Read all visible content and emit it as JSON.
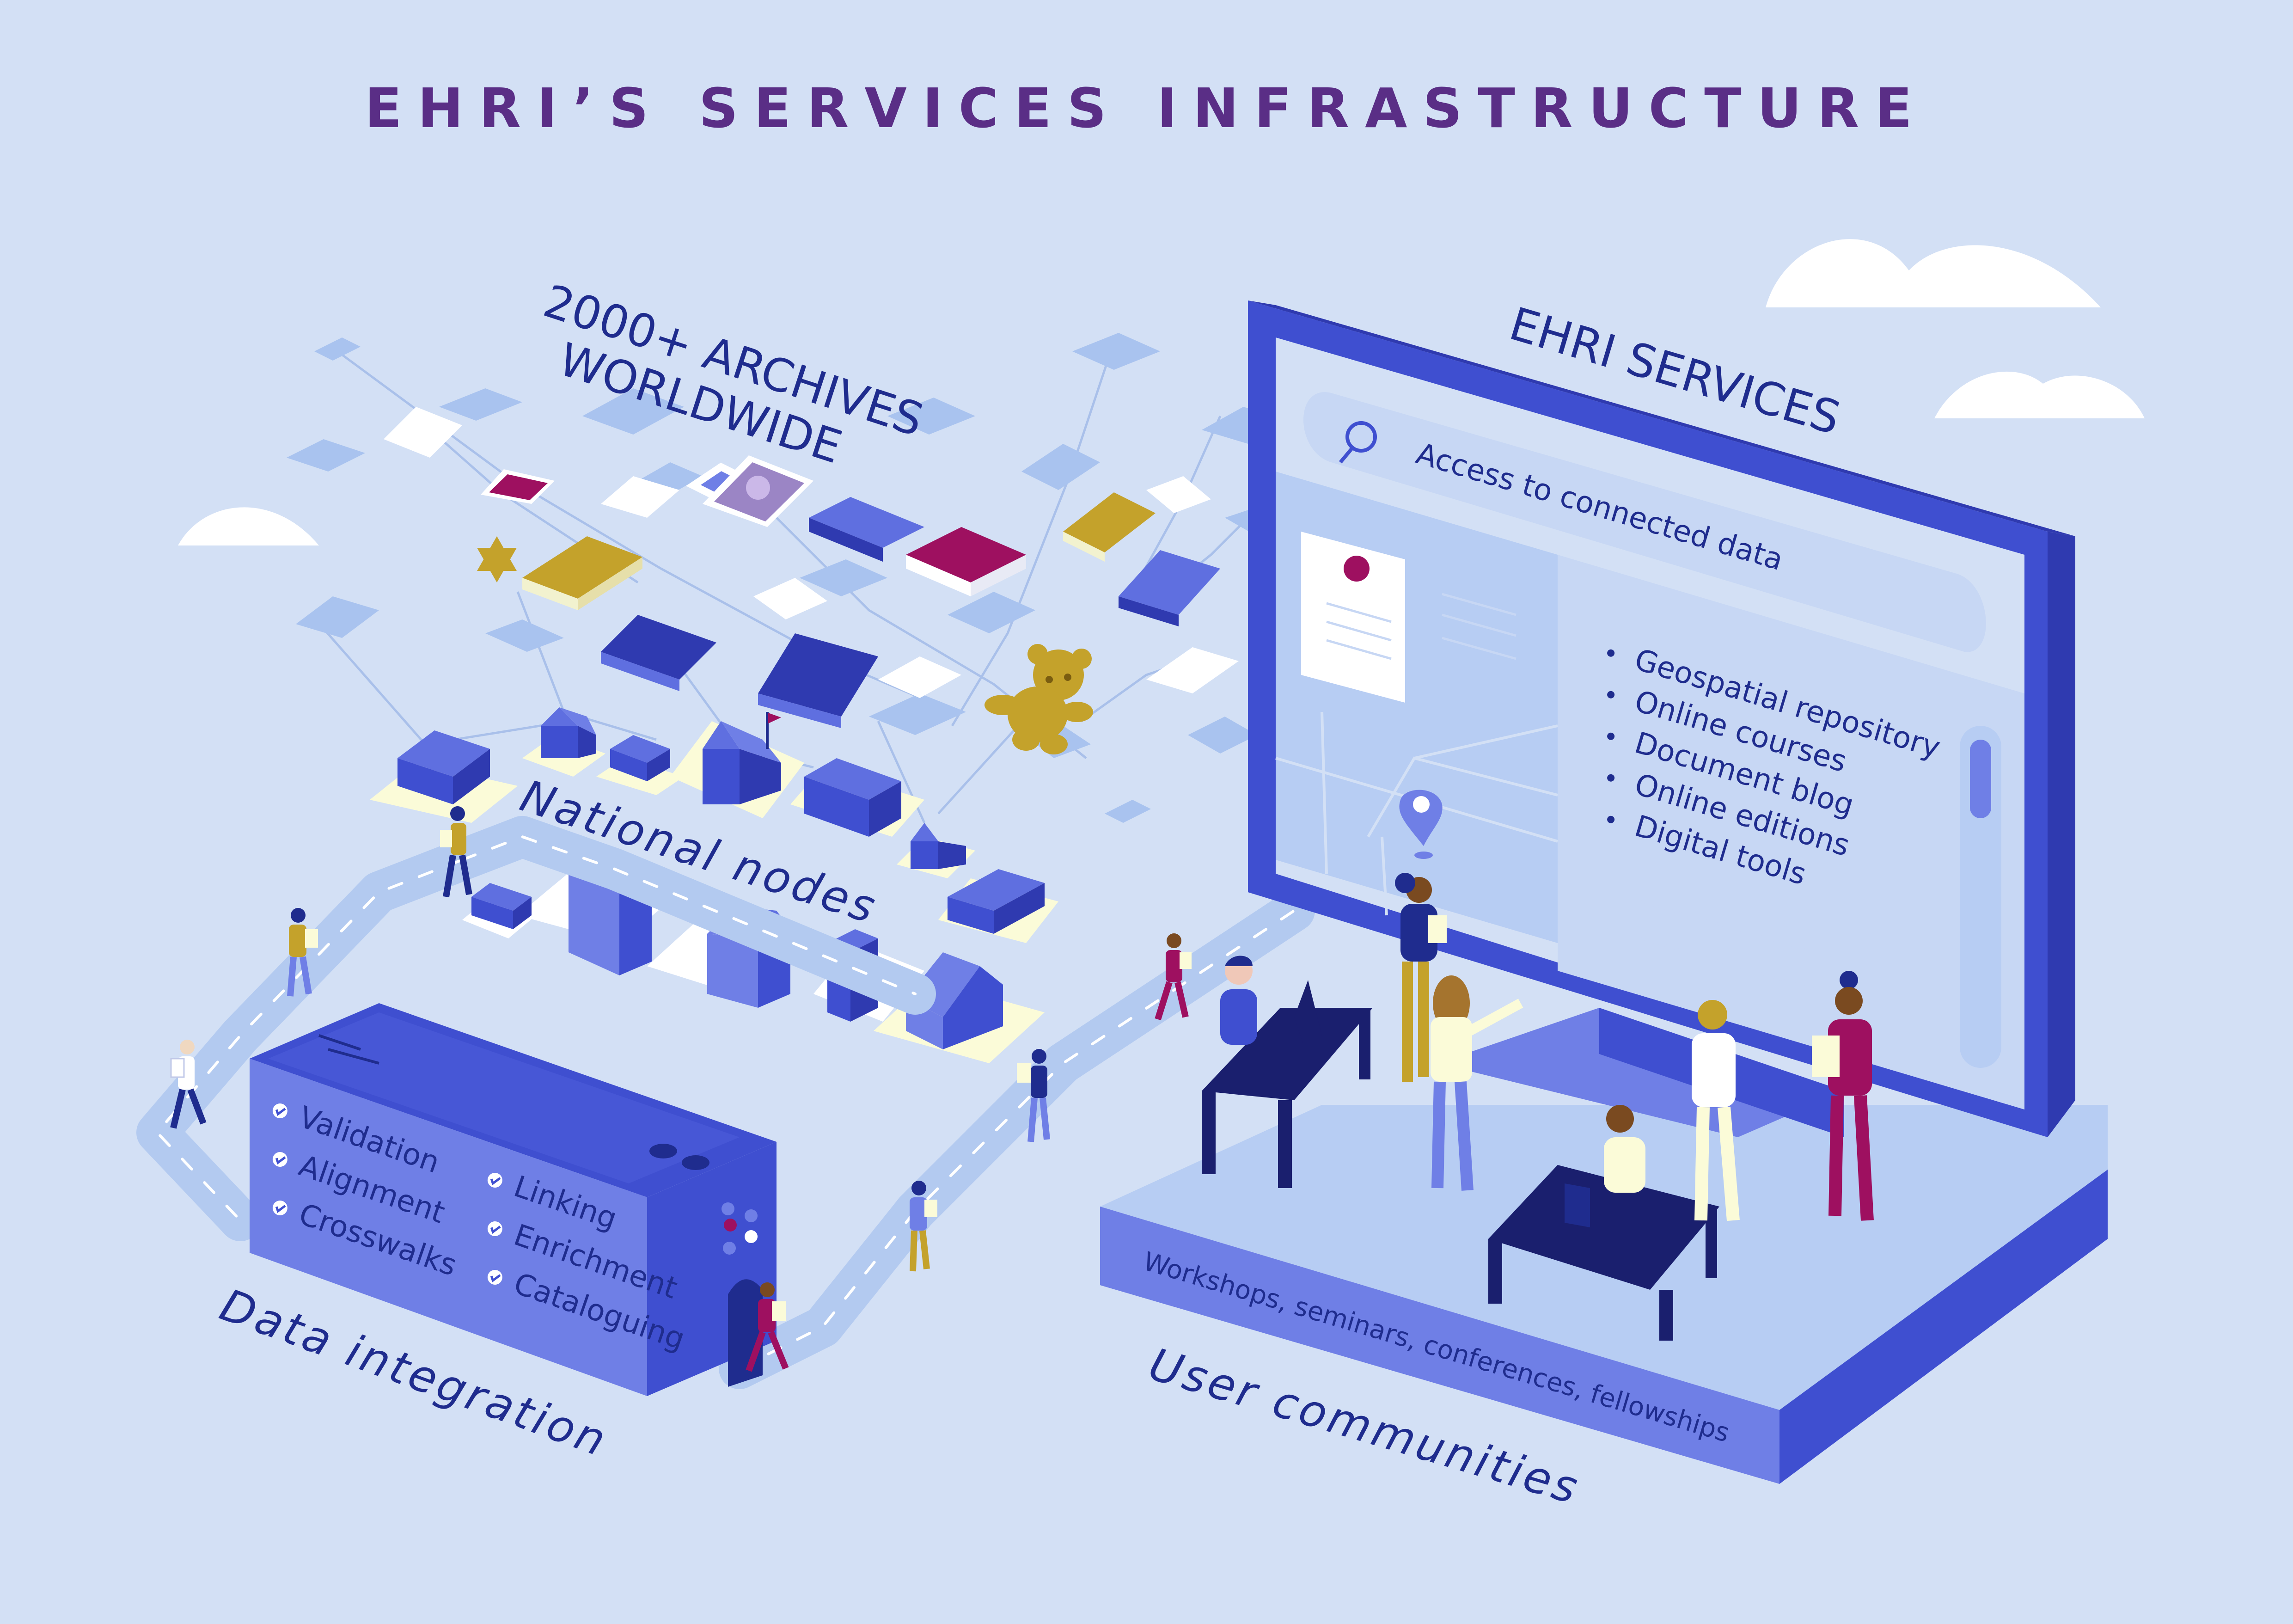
{
  "title": "EHRI’S SERVICES INFRASTRUCTURE",
  "archives": {
    "line1": "2000+ ARCHIVES",
    "line2": "WORLDWIDE"
  },
  "national_nodes": "National nodes",
  "data_integration": {
    "heading": "Data integration",
    "items_left": [
      "Validation",
      "Alignment",
      "Crosswalks"
    ],
    "items_right": [
      "Linking",
      "Enrichment",
      "Cataloguing"
    ]
  },
  "ehri_services": {
    "heading": "EHRI SERVICES",
    "search_text": "Access to connected data",
    "services": [
      "Geospatial repository",
      "Online courses",
      "Document blog",
      "Online editions",
      "Digital tools"
    ]
  },
  "user_communities": {
    "heading": "User communities",
    "events": "Workshops, seminars, conferences, fellowships"
  },
  "icons": [
    "search-icon",
    "check-icon",
    "map-pin-icon",
    "star-of-david-icon",
    "teddy-bear-icon",
    "cloud-icon",
    "flag-icon",
    "laptop-icon"
  ],
  "colors": {
    "background": "#d3e0f5",
    "title": "#5a2e86",
    "navy": "#1f2c8e",
    "blue": "#3f4fd0",
    "blue_light": "#6f7fe6",
    "gold": "#c4a22b",
    "magenta": "#9e1060",
    "cream": "#fbfbd8"
  }
}
